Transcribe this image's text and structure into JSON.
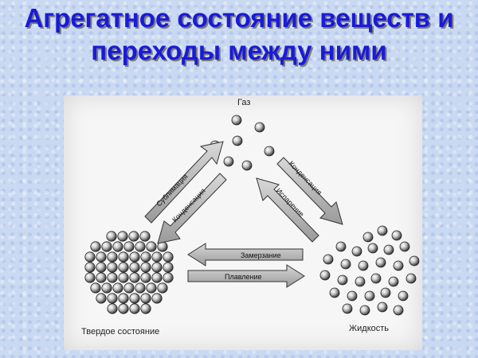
{
  "title": "Агрегатное состояние веществ и переходы между ними",
  "states": {
    "gas": "Газ",
    "solid": "Твердое состояние",
    "liquid": "Жидкость"
  },
  "transitions": {
    "sublimation": "Сублимация",
    "condensation_to_solid": "Конденсация",
    "condensation_to_liquid": "Конденсация",
    "evaporation": "Испарение",
    "freezing": "Замерзание",
    "melting": "Плавление"
  }
}
